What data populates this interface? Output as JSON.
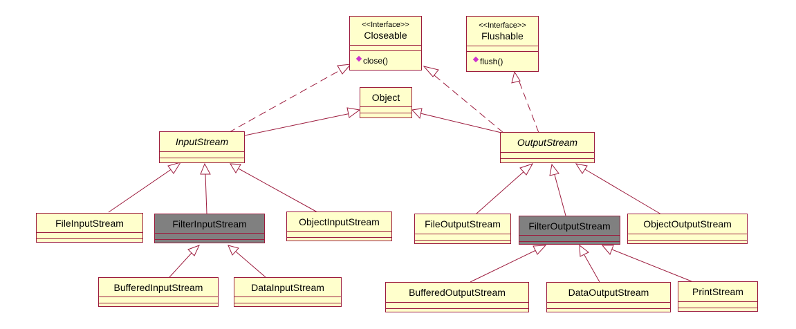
{
  "diagram": {
    "interfaces": [
      {
        "id": "closeable",
        "stereotype": "<<Interface>>",
        "name": "Closeable",
        "operation": "close()"
      },
      {
        "id": "flushable",
        "stereotype": "<<Interface>>",
        "name": "Flushable",
        "operation": "flush()"
      }
    ],
    "classes": {
      "object": "Object",
      "inputstream": "InputStream",
      "outputstream": "OutputStream",
      "fileinputstream": "FileInputStream",
      "filterinputstream": "FilterInputStream",
      "objectinputstream": "ObjectInputStream",
      "fileoutputstream": "FileOutputStream",
      "filteroutputstream": "FilterOutputStream",
      "objectoutputstream": "ObjectOutputStream",
      "bufferedinputstream": "BufferedInputStream",
      "datainputstream": "DataInputStream",
      "bufferedoutputstream": "BufferedOutputStream",
      "dataoutputstream": "DataOutputStream",
      "printstream": "PrintStream"
    },
    "abstract_classes": [
      "InputStream",
      "OutputStream"
    ],
    "highlighted_classes": [
      "FilterInputStream",
      "FilterOutputStream"
    ],
    "relationships": [
      {
        "type": "realization",
        "from": "InputStream",
        "to": "Closeable"
      },
      {
        "type": "realization",
        "from": "OutputStream",
        "to": "Closeable"
      },
      {
        "type": "realization",
        "from": "OutputStream",
        "to": "Flushable"
      },
      {
        "type": "generalization",
        "from": "InputStream",
        "to": "Object"
      },
      {
        "type": "generalization",
        "from": "OutputStream",
        "to": "Object"
      },
      {
        "type": "generalization",
        "from": "FileInputStream",
        "to": "InputStream"
      },
      {
        "type": "generalization",
        "from": "FilterInputStream",
        "to": "InputStream"
      },
      {
        "type": "generalization",
        "from": "ObjectInputStream",
        "to": "InputStream"
      },
      {
        "type": "generalization",
        "from": "BufferedInputStream",
        "to": "FilterInputStream"
      },
      {
        "type": "generalization",
        "from": "DataInputStream",
        "to": "FilterInputStream"
      },
      {
        "type": "generalization",
        "from": "FileOutputStream",
        "to": "OutputStream"
      },
      {
        "type": "generalization",
        "from": "FilterOutputStream",
        "to": "OutputStream"
      },
      {
        "type": "generalization",
        "from": "ObjectOutputStream",
        "to": "OutputStream"
      },
      {
        "type": "generalization",
        "from": "BufferedOutputStream",
        "to": "FilterOutputStream"
      },
      {
        "type": "generalization",
        "from": "DataOutputStream",
        "to": "FilterOutputStream"
      },
      {
        "type": "generalization",
        "from": "PrintStream",
        "to": "FilterOutputStream"
      }
    ],
    "colors": {
      "class_fill": "#ffffcc",
      "highlight_fill": "#808080",
      "border": "#9c1b3d",
      "operation_icon": "#cc33cc"
    }
  }
}
